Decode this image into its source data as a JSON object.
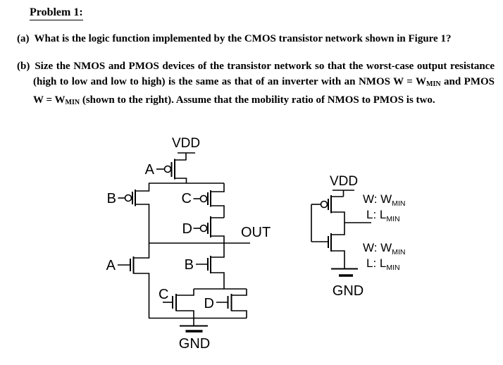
{
  "document": {
    "heading": "Problem 1:",
    "item_a": {
      "label": "(a)",
      "text": "What is the logic function implemented by the CMOS transistor network shown in Figure 1?"
    },
    "item_b": {
      "label": "(b)",
      "t1": "Size the NMOS and PMOS devices of the transistor network so that the worst-case output resistance (high to low and low to high) is the same as that of an inverter with an NMOS W = W",
      "sub1": "MIN",
      "t2": " and PMOS W = W",
      "sub2": "MIN",
      "t3": " (shown to the right). Assume that the mobility ratio of NMOS to PMOS is two."
    }
  },
  "main_circuit": {
    "vdd_label": "VDD",
    "gnd_label": "GND",
    "out_label": "OUT",
    "pmos_a_label": "A",
    "pmos_b_label": "B",
    "pmos_c_label": "C",
    "pmos_d_label": "D",
    "nmos_a_label": "A",
    "nmos_b_label": "B",
    "nmos_c_label": "C",
    "nmos_d_label": "D"
  },
  "inverter": {
    "vdd_label": "VDD",
    "gnd_label": "GND",
    "pmos_w_prefix": "W: W",
    "pmos_w_sub": "MIN",
    "pmos_l_prefix": "L: L",
    "pmos_l_sub": "MIN",
    "nmos_w_prefix": "W: W",
    "nmos_w_sub": "MIN",
    "nmos_l_prefix": "L: L",
    "nmos_l_sub": "MIN"
  },
  "colors": {
    "ink": "#000000",
    "background": "#ffffff"
  }
}
